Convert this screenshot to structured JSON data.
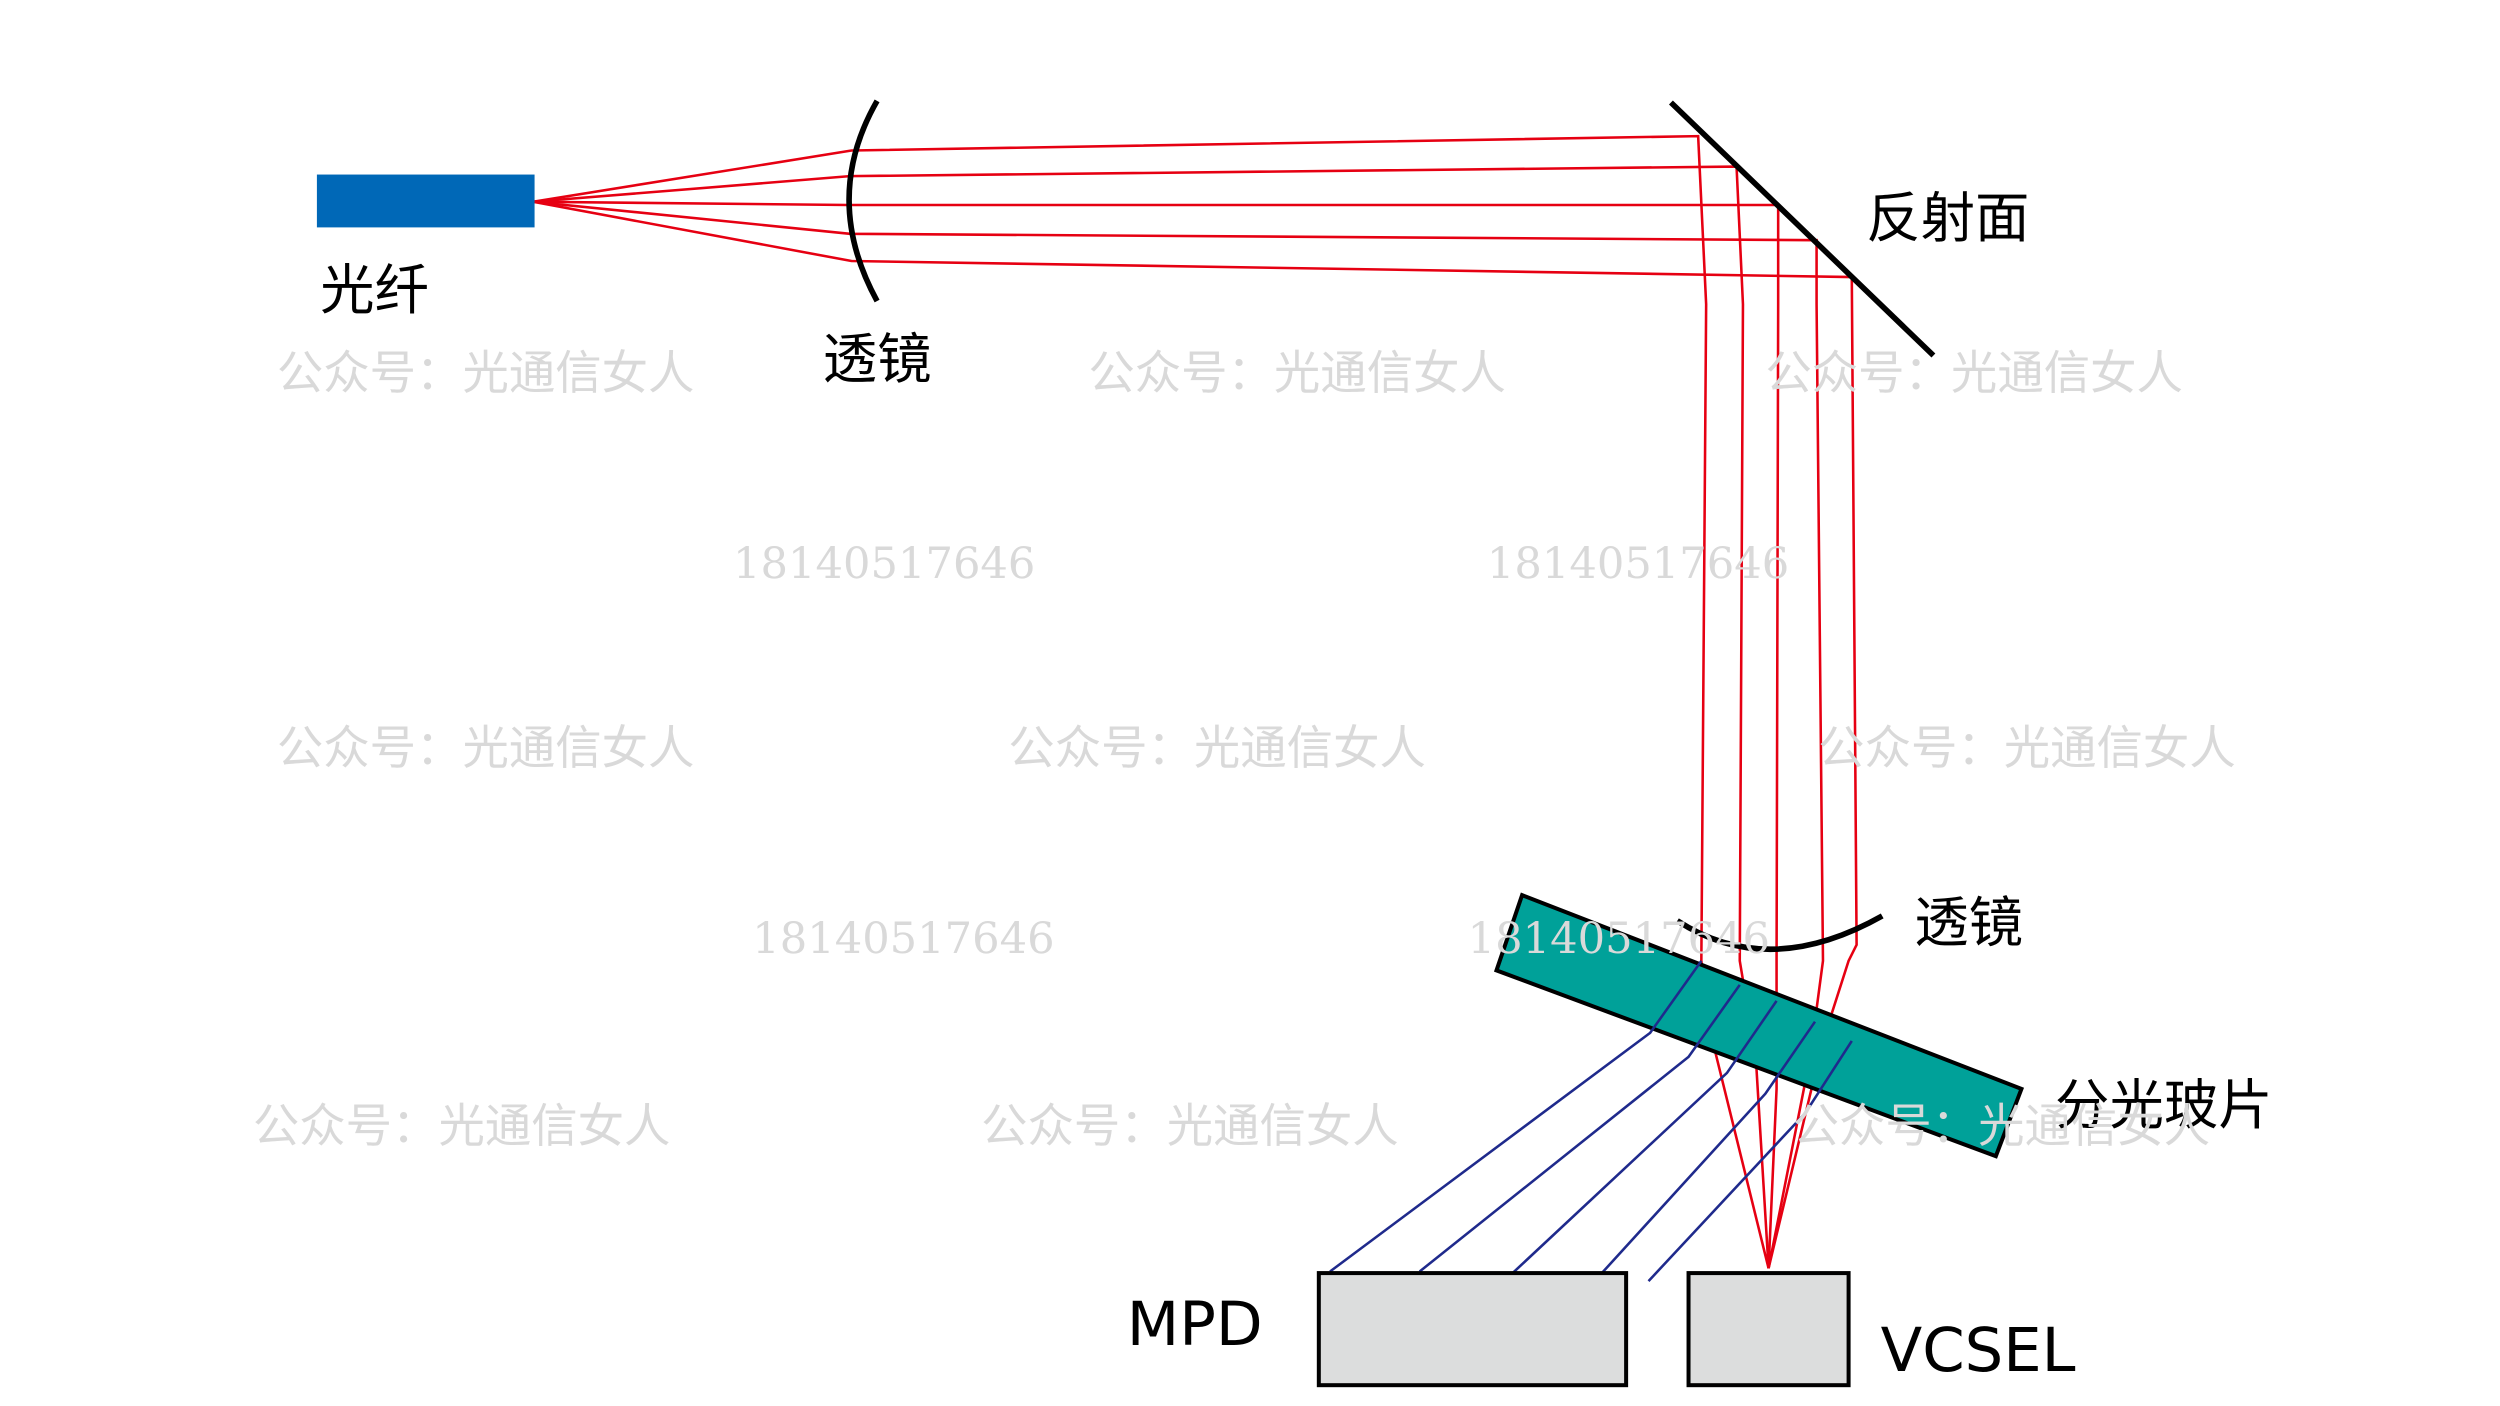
{
  "diagram": {
    "title": "光纤—透镜—反射面—分光玻片—MPD/VCSEL 光路示意图",
    "labels": {
      "fiber": "光纤",
      "lens_top": "透镜",
      "mirror": "反射面",
      "lens_bottom": "透镜",
      "splitter": "分光玻片",
      "mpd": "MPD",
      "vcsel": "VCSEL"
    },
    "colors": {
      "fiber": "#0068b7",
      "splitter": "#00a199",
      "detector_fill": "#dcdddd",
      "ray_main": "#e60012",
      "ray_reflected": "#1f2a8c",
      "watermark": "#d9d9d9"
    },
    "ray_counts": {
      "main": 5,
      "reflected_to_mpd": 5
    }
  },
  "watermarks": [
    "公众号：光通信女人",
    "公众号：光通信女人",
    "公众号：光通信女人",
    "18140517646",
    "18140517646",
    "公众号：光通信女人",
    "公众号：光通信女人",
    "公众号：光通信女人",
    "18140517646",
    "18140517646",
    "公众号：光通信女人",
    "公众号：光通信女人",
    "公众号：光通信女人"
  ]
}
